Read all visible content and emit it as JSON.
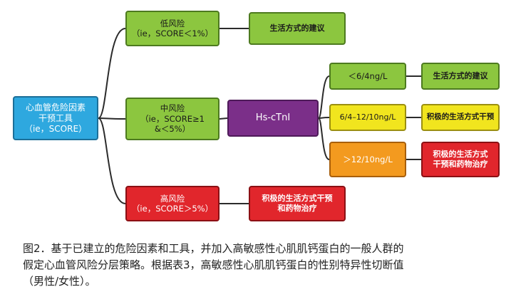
{
  "colors": {
    "line": "#2b2b2b",
    "blue": "#2ea8df",
    "green": "#8cc63f",
    "purple": "#7b2f89",
    "yellow": "#f1e51e",
    "orange": "#f39a1f",
    "red": "#e1262c"
  },
  "nodes": {
    "root": {
      "lines": [
        "心血管危险因素",
        "干预工具",
        "（ie，SCORE）"
      ]
    },
    "low": {
      "lines": [
        "低风险",
        "（ie，SCORE＜1%）"
      ]
    },
    "low_action": {
      "lines": [
        "生活方式的建议"
      ]
    },
    "mid": {
      "lines": [
        "中风险",
        "（ie，SCORE≥1",
        "&＜5%）"
      ]
    },
    "hs": {
      "lines": [
        "Hs-cTnI"
      ]
    },
    "t1": {
      "lines": [
        "＜6/4ng/L"
      ]
    },
    "t1_action": {
      "lines": [
        "生活方式的建议"
      ]
    },
    "t2": {
      "lines": [
        "6/4–12/10ng/L"
      ]
    },
    "t2_action": {
      "lines": [
        "积极的生活方式干预"
      ]
    },
    "t3": {
      "lines": [
        "＞12/10ng/L"
      ]
    },
    "t3_action": {
      "lines": [
        "积极的生活方式",
        "干预和药物治疗"
      ]
    },
    "high": {
      "lines": [
        "高风险",
        "（ie，SCORE＞5%）"
      ]
    },
    "high_action": {
      "lines": [
        "积极的生活方式干预",
        "和药物治疗"
      ]
    }
  },
  "caption": {
    "line1": "图2．基于已建立的危险因素和工具，并加入高敏感性心肌肌钙蛋白的一般人群的",
    "line2": "假定心血管风险分层策略。根据表3，高敏感性心肌肌钙蛋白的性别特异性切断值",
    "line3": "（男性/女性）。"
  }
}
